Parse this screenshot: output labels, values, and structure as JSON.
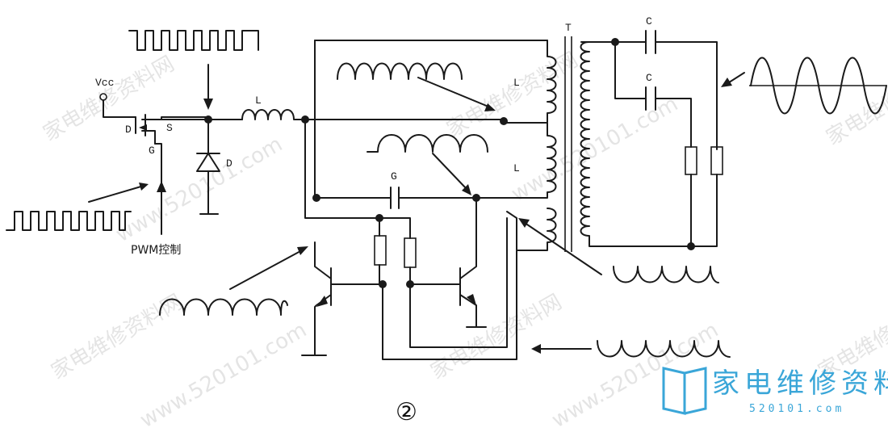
{
  "labels": {
    "vcc": "Vcc",
    "drain": "D",
    "source": "S",
    "gate": "G",
    "inductor": "L",
    "diode": "D",
    "transformer": "T",
    "cap_top1": "C",
    "cap_top2": "C",
    "cap_mid": "G",
    "winding_primary": "L",
    "winding_feedback": "L",
    "pwm": "PWM控制"
  },
  "figure_number": "②",
  "watermark": {
    "text": "家电维修资料网",
    "url": "www.520101.com"
  },
  "logo": {
    "title": "家电维修资料网",
    "url": "520101.com",
    "color": "#3aa6d8"
  }
}
